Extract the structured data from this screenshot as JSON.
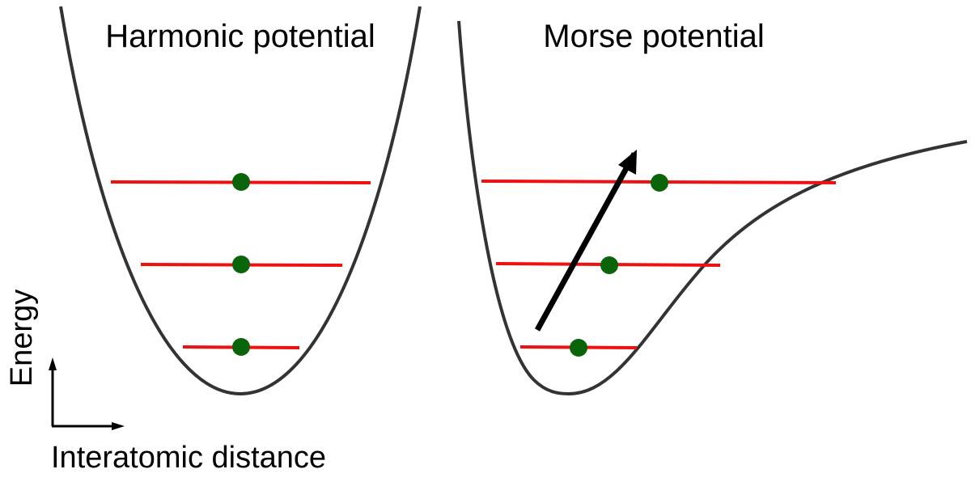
{
  "labels": {
    "harmonic_title": "Harmonic potential",
    "morse_title": "Morse potential",
    "y_axis": "Energy",
    "x_axis": "Interatomic distance"
  },
  "colors": {
    "curve": "#333333",
    "energy_level": "#ee1111",
    "particle": "#0a640a",
    "arrow": "#000000",
    "axis": "#000000"
  },
  "harmonic": {
    "energy_levels": 3
  },
  "morse": {
    "energy_levels": 3
  }
}
